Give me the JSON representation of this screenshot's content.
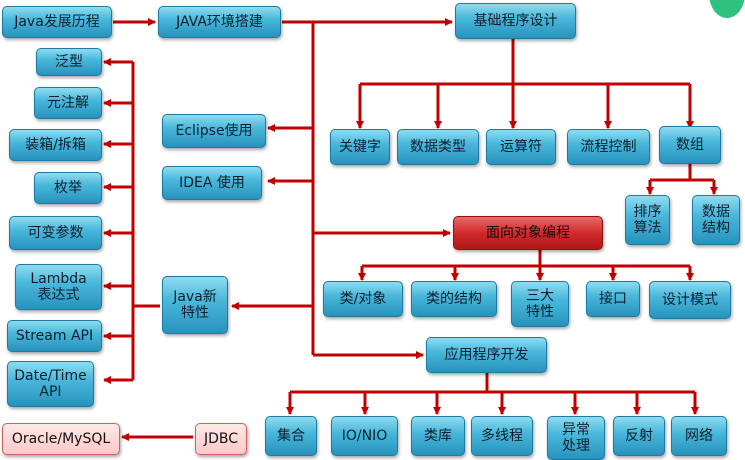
{
  "nodes": {
    "java_history": "Java发展历程",
    "java_env": "JAVA环境搭建",
    "basic_programming": "基础程序设计",
    "keywords": "关键字",
    "data_types": "数据类型",
    "operators": "运算符",
    "flow_control": "流程控制",
    "arrays": "数组",
    "sorting": "排序\n算法",
    "data_structures": "数据\n结构",
    "eclipse": "Eclipse使用",
    "idea": "IDEA 使用",
    "oop": "面向对象编程",
    "class_object": "类/对象",
    "class_structure": "类的结构",
    "three_features": "三大\n特性",
    "interface": "接口",
    "design_patterns": "设计模式",
    "app_dev": "应用程序开发",
    "generics": "泛型",
    "annotations": "元注解",
    "boxing": "装箱/拆箱",
    "enums": "枚举",
    "varargs": "可变参数",
    "lambda": "Lambda\n表达式",
    "stream_api": "Stream API",
    "datetime_api": "Date/Time\nAPI",
    "java_new": "Java新\n特性",
    "oracle_mysql": "Oracle/MySQL",
    "jdbc": "JDBC",
    "collections": "集合",
    "io_nio": "IO/NIO",
    "class_library": "类库",
    "multithreading": "多线程",
    "exception_handling": "异常\n处理",
    "reflection": "反射",
    "networking": "网络"
  },
  "colors": {
    "connector": "#c00000",
    "node_blue": "#3aa9d3",
    "node_red": "#d02a2a",
    "node_pink": "#ffd0d0"
  }
}
